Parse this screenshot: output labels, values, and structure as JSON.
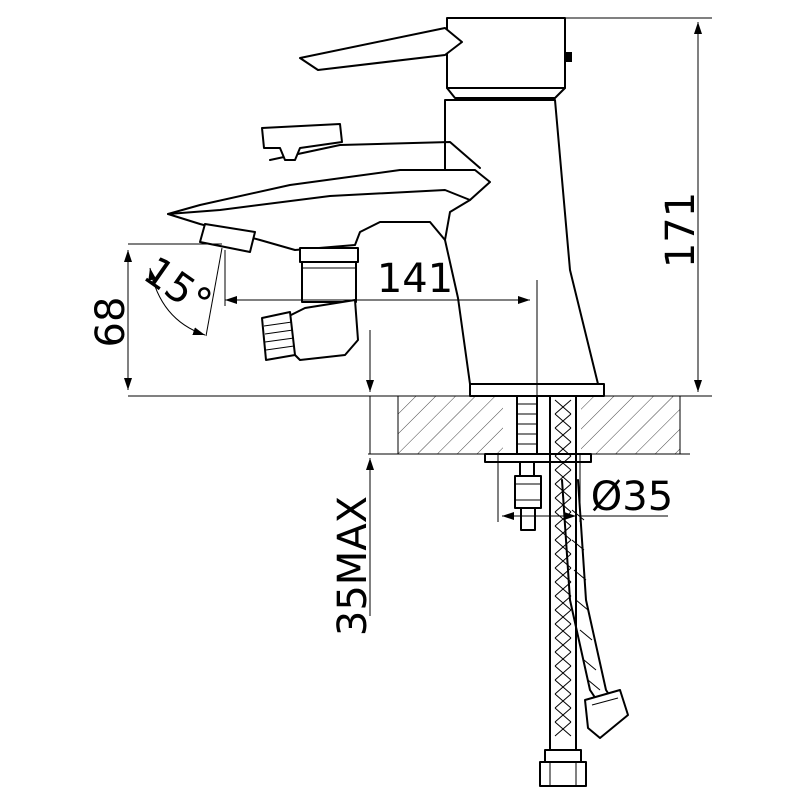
{
  "dimensions": {
    "height_total": "171",
    "spout_reach": "141",
    "spout_height": "68",
    "spout_angle": "15°",
    "hole_diameter": "Ø35",
    "deck_thickness_max": "35MAX"
  },
  "colors": {
    "line": "#000000",
    "background": "#ffffff",
    "hatch": "#444444"
  }
}
